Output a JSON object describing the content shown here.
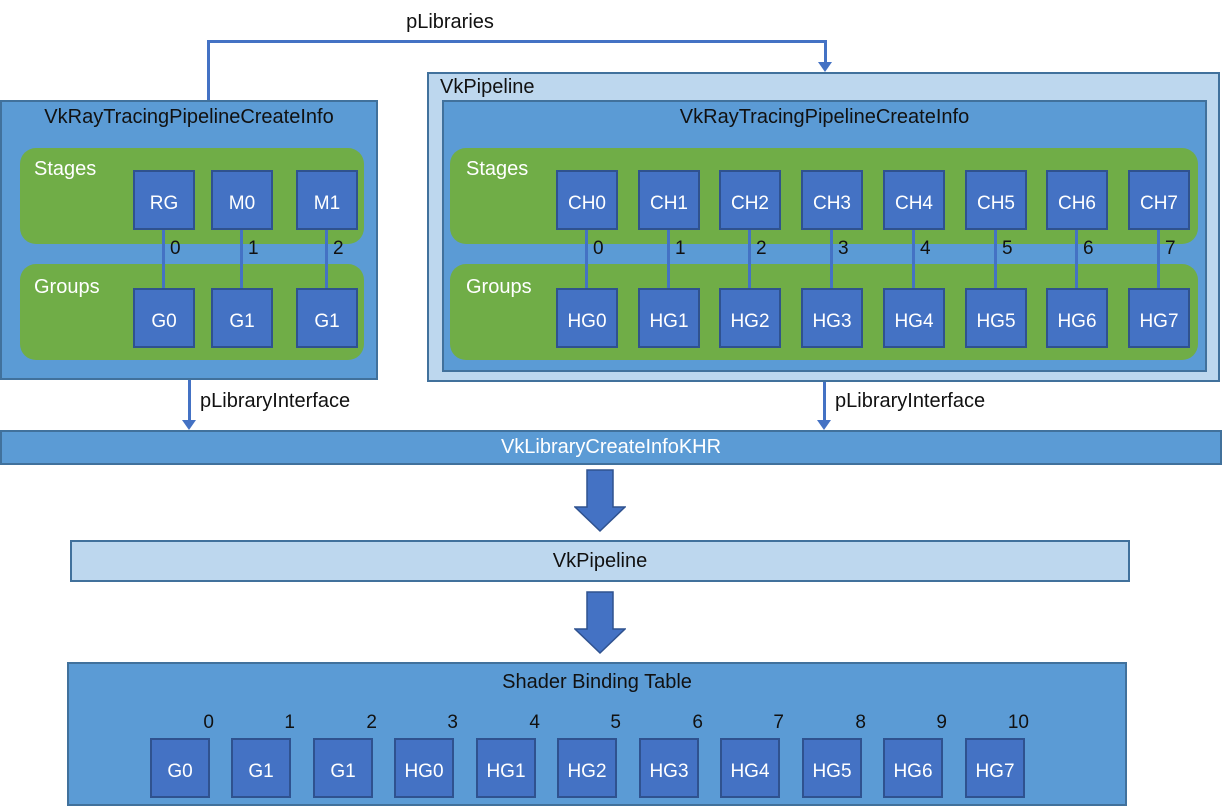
{
  "colors": {
    "blue_mid": "#5b9bd5",
    "blue_light": "#bdd7ee",
    "green": "#70ad47",
    "square_blue": "#4472c4",
    "border_dark": "#41719c",
    "square_border": "#2f528f",
    "connector": "#4472c4",
    "text_dark": "#111111",
    "text_light": "#ffffff"
  },
  "plibraries_label": "pLibraries",
  "left_pipeline": {
    "title": "VkRayTracingPipelineCreateInfo",
    "stages_label": "Stages",
    "groups_label": "Groups",
    "columns": [
      {
        "stage": "RG",
        "index": "0",
        "group": "G0"
      },
      {
        "stage": "M0",
        "index": "1",
        "group": "G1"
      },
      {
        "stage": "M1",
        "index": "2",
        "group": "G1"
      }
    ],
    "p_library_interface_label": "pLibraryInterface"
  },
  "right_pipeline": {
    "container_title": "VkPipeline",
    "title": "VkRayTracingPipelineCreateInfo",
    "stages_label": "Stages",
    "groups_label": "Groups",
    "columns": [
      {
        "stage": "CH0",
        "index": "0",
        "group": "HG0"
      },
      {
        "stage": "CH1",
        "index": "1",
        "group": "HG1"
      },
      {
        "stage": "CH2",
        "index": "2",
        "group": "HG2"
      },
      {
        "stage": "CH3",
        "index": "3",
        "group": "HG3"
      },
      {
        "stage": "CH4",
        "index": "4",
        "group": "HG4"
      },
      {
        "stage": "CH5",
        "index": "5",
        "group": "HG5"
      },
      {
        "stage": "CH6",
        "index": "6",
        "group": "HG6"
      },
      {
        "stage": "CH7",
        "index": "7",
        "group": "HG7"
      }
    ],
    "p_library_interface_label": "pLibraryInterface"
  },
  "library_bar": {
    "label": "VkLibraryCreateInfoKHR"
  },
  "pipeline_bar": {
    "label": "VkPipeline"
  },
  "sbt": {
    "title": "Shader Binding Table",
    "cells": [
      {
        "index": "0",
        "label": "G0"
      },
      {
        "index": "1",
        "label": "G1"
      },
      {
        "index": "2",
        "label": "G1"
      },
      {
        "index": "3",
        "label": "HG0"
      },
      {
        "index": "4",
        "label": "HG1"
      },
      {
        "index": "5",
        "label": "HG2"
      },
      {
        "index": "6",
        "label": "HG3"
      },
      {
        "index": "7",
        "label": "HG4"
      },
      {
        "index": "8",
        "label": "HG5"
      },
      {
        "index": "9",
        "label": "HG6"
      },
      {
        "index": "10",
        "label": "HG7"
      }
    ]
  }
}
